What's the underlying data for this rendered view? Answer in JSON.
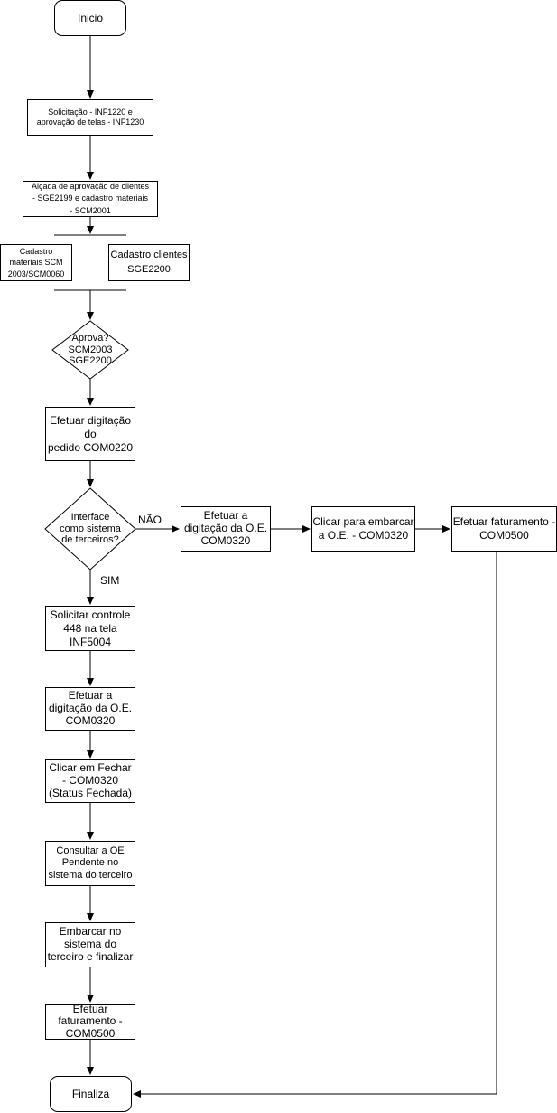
{
  "nodes": {
    "inicio": "Inicio",
    "solicitacao": "Solicitação - INF1220 e\naprovação de telas -  INF1230",
    "alcada": "Alçada de aprovação de clientes\n- SGE2199 e cadastro materiais\n-  SCM2001",
    "cadastro_materiais": "Cadastro\nmateriais SCM\n2003/SCM0060",
    "cadastro_clientes": "Cadastro clientes\nSGE2200",
    "aprova": "Aprova?\nSCM2003\nSGE2200",
    "efetuar_pedido": "Efetuar digitação\ndo\npedido COM0220",
    "interface": "Interface\ncomo sistema\nde terceiros?",
    "digitacao_oe_nao": "Efetuar a\ndigitação da O.E.\nCOM0320",
    "clicar_embarcar": "Clicar para embarcar\na O.E. - COM0320",
    "faturamento_nao": "Efetuar faturamento -\nCOM0500",
    "solicitar_controle": "Solicitar controle\n448 na tela\nINF5004",
    "digitacao_oe_sim": "Efetuar a\ndigitação da O.E.\nCOM0320",
    "clicar_fechar": "Clicar em Fechar\n- COM0320\n(Status Fechada)",
    "consultar_oe": "Consultar a OE\nPendente no\nsistema do terceiro",
    "embarcar": "Embarcar no\nsistema do\nterceiro e finalizar",
    "faturamento_sim": "Efetuar\nfaturamento -\nCOM0500",
    "finaliza": "Finaliza"
  },
  "edge_labels": {
    "nao": "NÃO",
    "sim": "SIM"
  },
  "colors": {
    "stroke": "#000000",
    "fill": "#ffffff",
    "text": "#000000"
  }
}
